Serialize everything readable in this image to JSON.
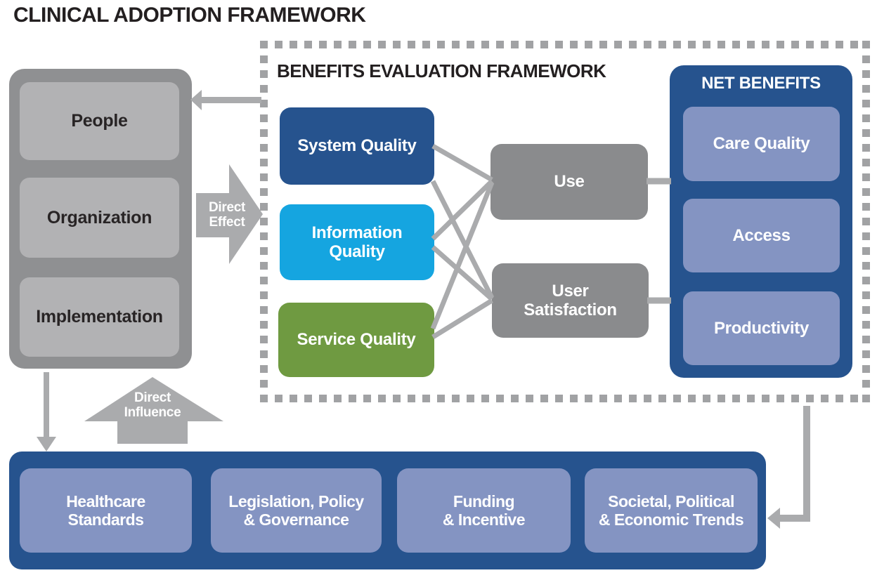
{
  "page_title": "CLINICAL ADOPTION FRAMEWORK",
  "adoption_panel": {
    "items": [
      {
        "label": "People"
      },
      {
        "label": "Organization"
      },
      {
        "label": "Implementation"
      }
    ]
  },
  "benefits_framework": {
    "title": "BENEFITS EVALUATION FRAMEWORK",
    "quality_boxes": [
      {
        "label": "System Quality",
        "color": "#26538e"
      },
      {
        "label": "Information\nQuality",
        "color": "#15a5e0"
      },
      {
        "label": "Service Quality",
        "color": "#6f9a41"
      }
    ],
    "mediators": [
      {
        "label": "Use"
      },
      {
        "label": "User\nSatisfaction"
      }
    ],
    "net_benefits": {
      "title": "NET BENEFITS",
      "items": [
        {
          "label": "Care Quality"
        },
        {
          "label": "Access"
        },
        {
          "label": "Productivity"
        }
      ]
    }
  },
  "environment_bar": {
    "items": [
      {
        "label": "Healthcare\nStandards"
      },
      {
        "label": "Legislation, Policy\n& Governance"
      },
      {
        "label": "Funding\n& Incentive"
      },
      {
        "label": "Societal, Political\n& Economic Trends"
      }
    ]
  },
  "arrows": {
    "direct_effect": "Direct\nEffect",
    "direct_influence": "Direct\nInfluence"
  },
  "colors": {
    "dark_blue": "#26538e",
    "periwinkle": "#8494c2",
    "cyan": "#15a5e0",
    "green": "#6f9a41",
    "mediator_gray": "#8a8b8d",
    "container_gray": "#8f9092",
    "light_gray_box": "#b2b2b4",
    "arrow_gray": "#aaabad",
    "dash_gray": "#a1a2a4",
    "title_text": "#231f20"
  }
}
